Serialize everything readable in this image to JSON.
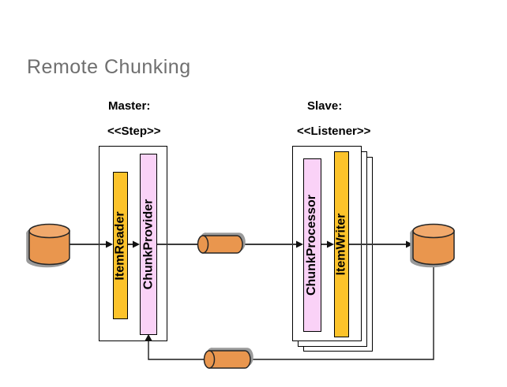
{
  "slide": {
    "title": "Remote Chunking"
  },
  "master": {
    "role_label": "Master:",
    "stereotype_label": "<<Step>>",
    "components": [
      {
        "label": "ItemReader"
      },
      {
        "label": "ChunkProvider"
      }
    ]
  },
  "slave": {
    "role_label": "Slave:",
    "stereotype_label": "<<Listener>>",
    "components": [
      {
        "label": "ChunkProcessor"
      },
      {
        "label": "ItemWriter"
      }
    ]
  },
  "icons": {
    "input_database": "database-cylinder-icon",
    "output_database": "database-cylinder-icon",
    "request_queue": "horizontal-cylinder-queue-icon",
    "reply_queue": "horizontal-cylinder-queue-icon"
  },
  "colors": {
    "title_gray": "#6F6F6F",
    "bar_yellow": "#FCC32B",
    "bar_pink": "#FAD2F7",
    "cylinder_body": "#E9964E",
    "cylinder_top": "#F1A96C",
    "connector_main": "#3A3A3A",
    "connector_return": "#1A1A1A"
  }
}
